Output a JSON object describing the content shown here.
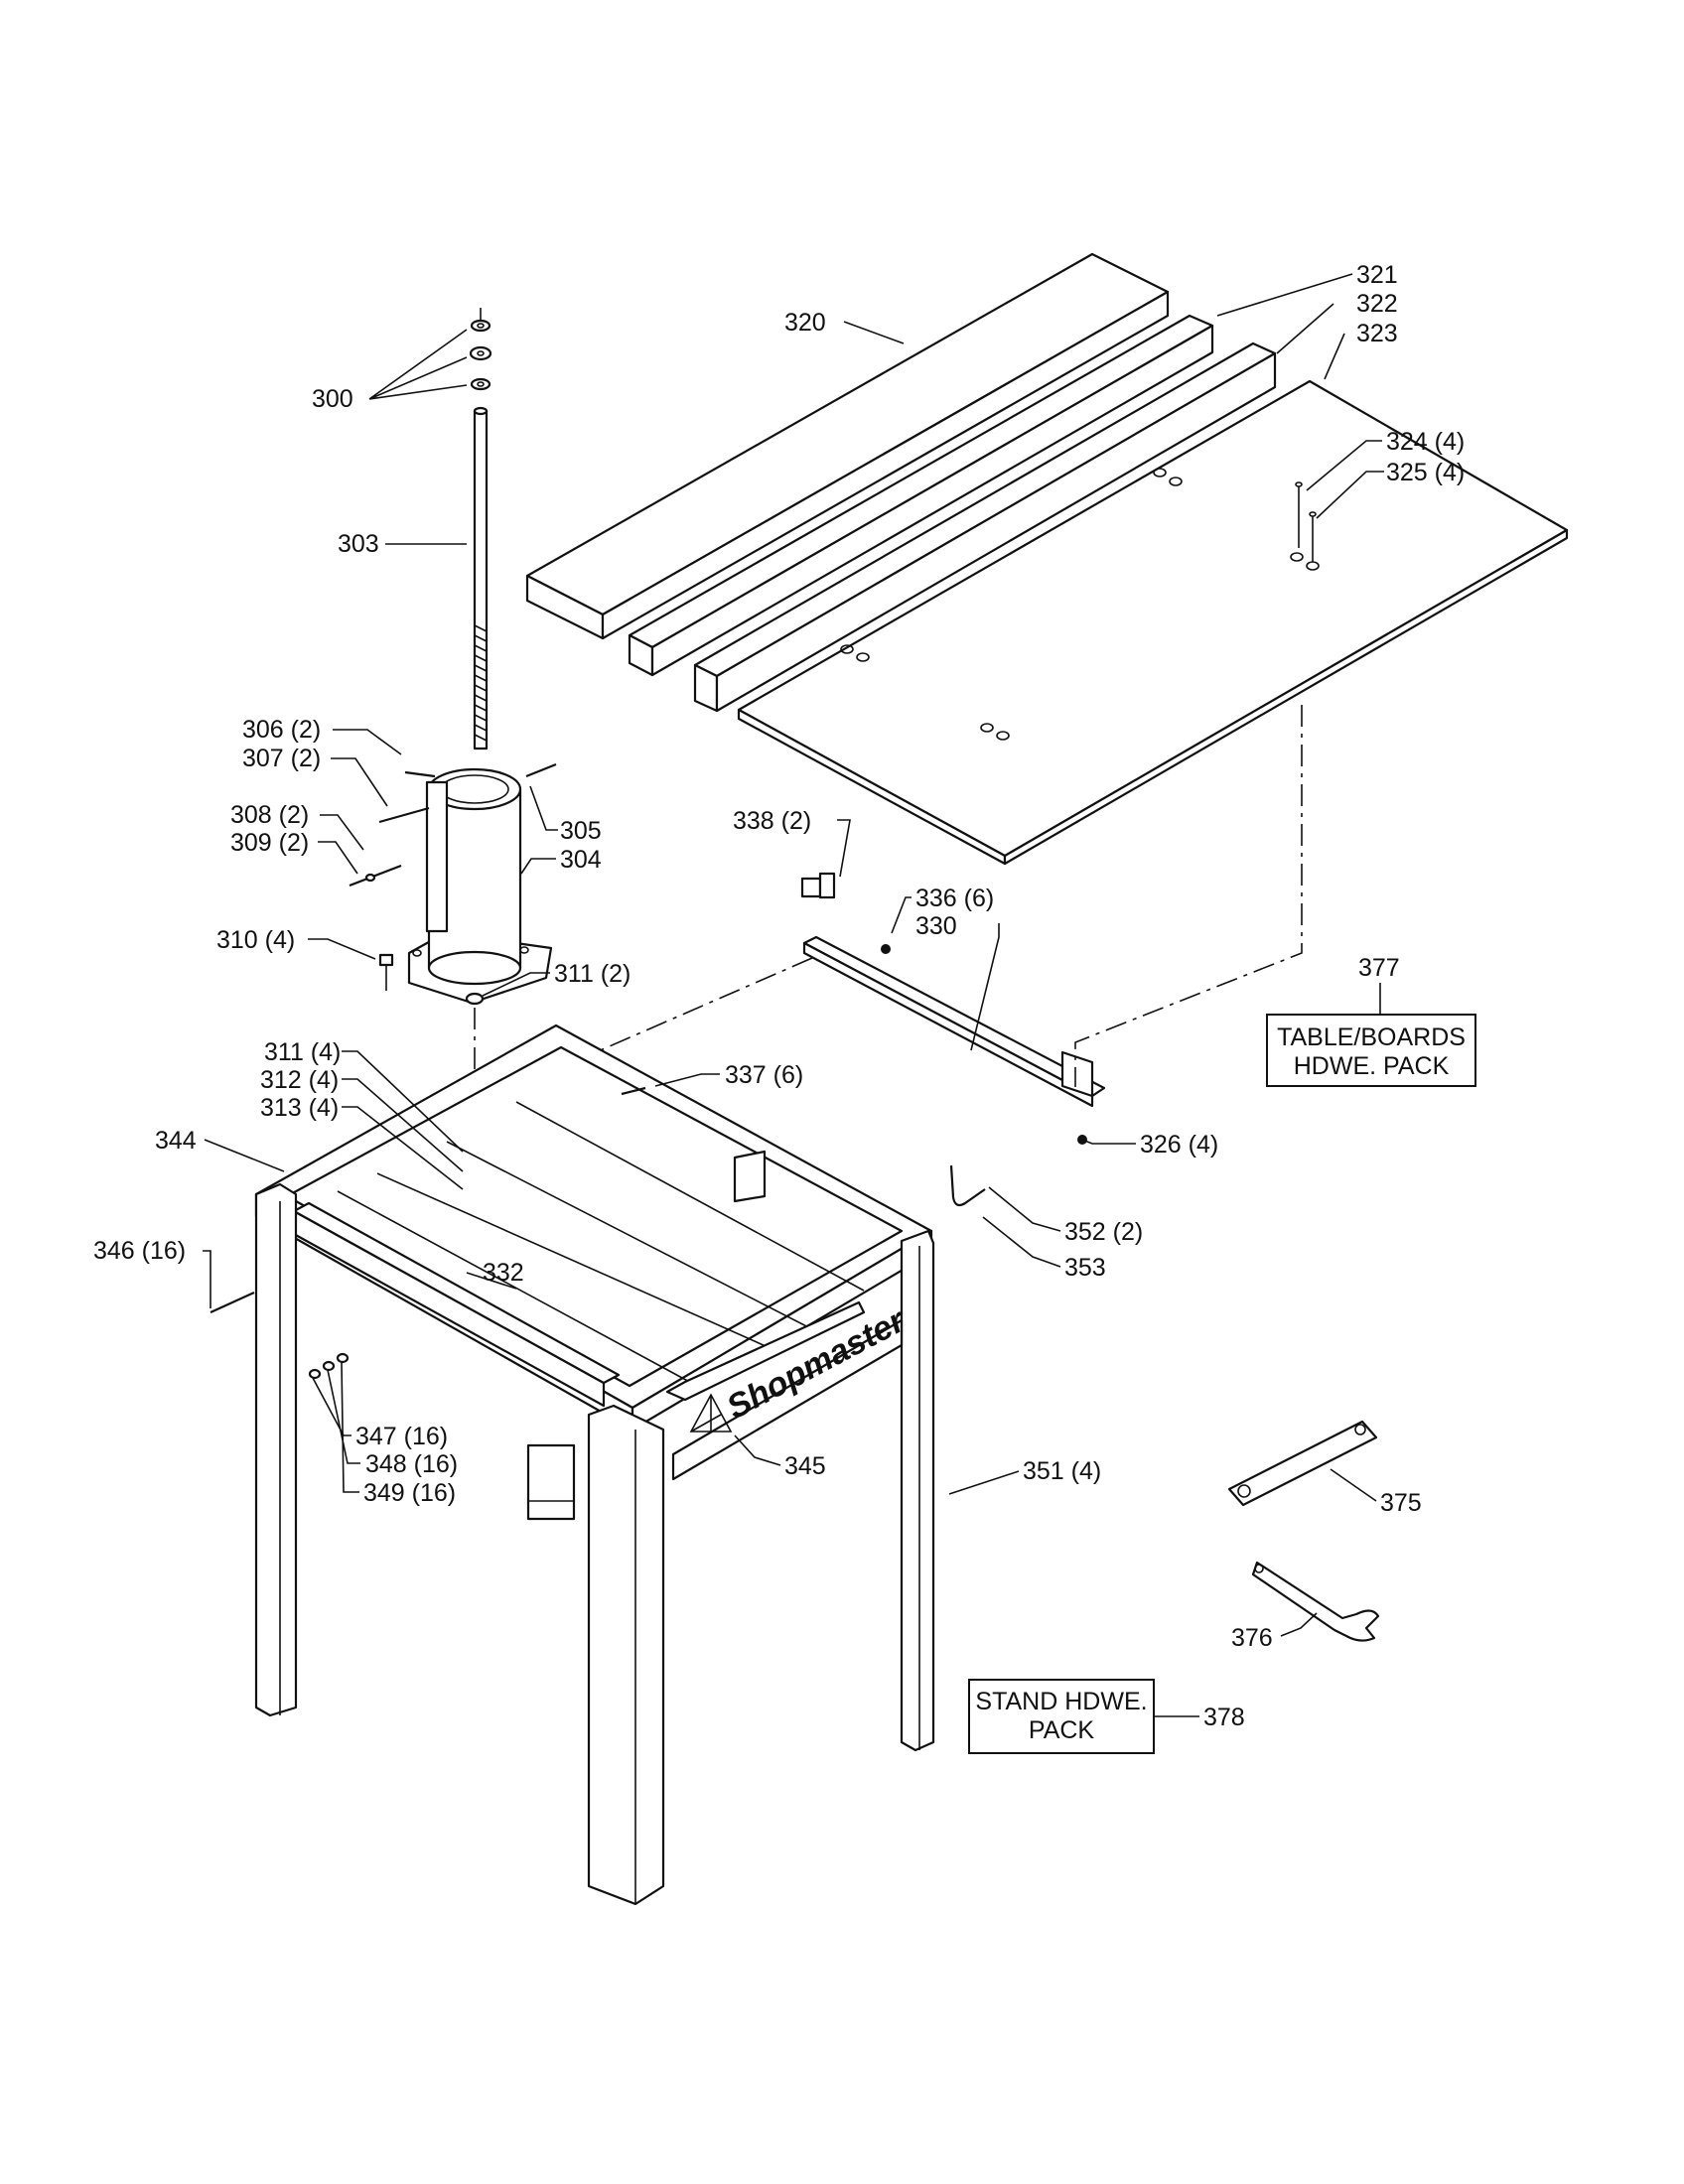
{
  "brand": "Shopmaster",
  "callouts": {
    "c300": "300",
    "c303": "303",
    "c304": "304",
    "c305": "305",
    "c306": "306 (2)",
    "c307": "307 (2)",
    "c308": "308 (2)",
    "c309": "309 (2)",
    "c310": "310 (4)",
    "c311a": "311 (2)",
    "c311b": "311 (4)",
    "c312": "312 (4)",
    "c313": "313 (4)",
    "c320": "320",
    "c321": "321",
    "c322": "322",
    "c323": "323",
    "c324": "324 (4)",
    "c325": "325 (4)",
    "c326": "326 (4)",
    "c330": "330",
    "c332": "332",
    "c336": "336 (6)",
    "c337": "337 (6)",
    "c338": "338 (2)",
    "c344": "344",
    "c345": "345",
    "c346": "346 (16)",
    "c347": "347 (16)",
    "c348": "348 (16)",
    "c349": "349 (16)",
    "c351": "351 (4)",
    "c352": "352 (2)",
    "c353": "353",
    "c375": "375",
    "c376": "376",
    "c377": "377",
    "c378": "378"
  },
  "packs": {
    "table_line1": "TABLE/BOARDS",
    "table_line2": "HDWE. PACK",
    "stand_line1": "STAND HDWE.",
    "stand_line2": "PACK"
  }
}
